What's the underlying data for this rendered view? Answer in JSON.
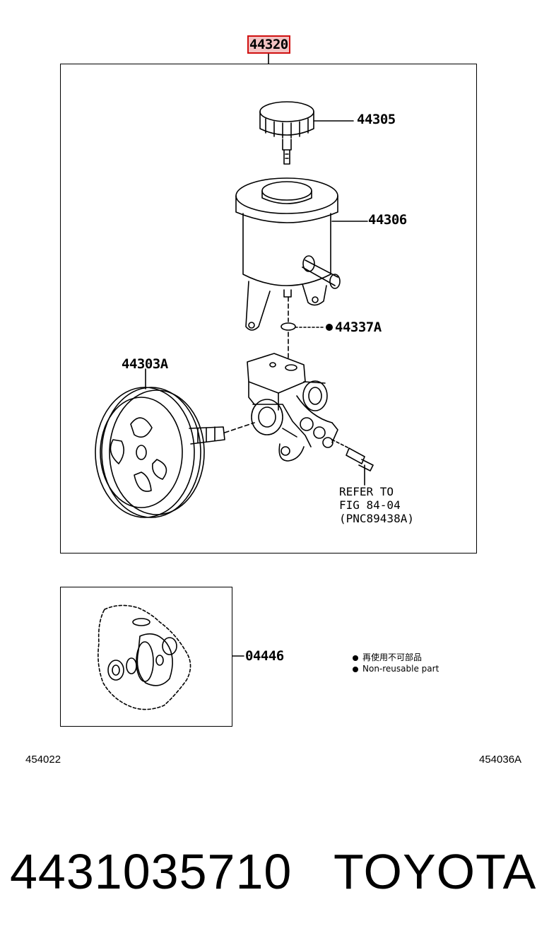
{
  "assembly_label": "44320",
  "parts": {
    "cap": "44305",
    "reservoir": "44306",
    "oring": "44337A",
    "pulley": "44303A",
    "gasket_kit": "04446"
  },
  "note": {
    "line1": "REFER TO",
    "line2": "FIG 84-04",
    "line3": "(PNC89438A)"
  },
  "legend": {
    "chinese": "再使用不可部品",
    "english": "Non-reusable part"
  },
  "codes": {
    "left": "454022",
    "right": "454036A"
  },
  "footer": {
    "part_number": "4431035710",
    "brand": "TOYOTA"
  },
  "highlight_color": "#d01010"
}
